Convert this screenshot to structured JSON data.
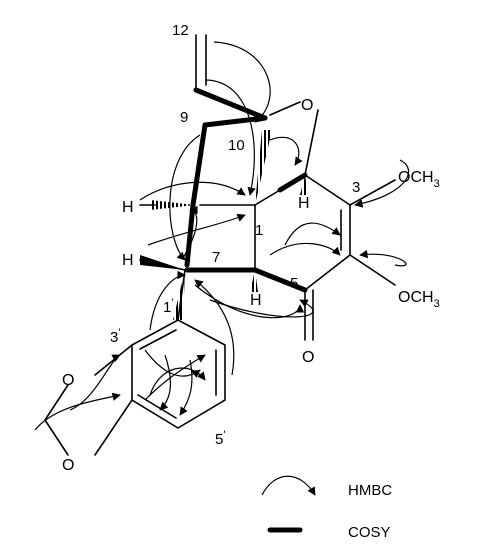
{
  "labels": {
    "c12": "12",
    "c9": "9",
    "c10": "10",
    "o_ring": "O",
    "c3": "3",
    "och3_top": "OCH",
    "och3_top_sub": "3",
    "c1": "1",
    "h_c2": "H",
    "h_left_top": "H",
    "h_left_bottom": "H",
    "c7": "7",
    "c5": "5",
    "h_c6": "H",
    "och3_bottom": "OCH",
    "och3_bottom_sub": "3",
    "c1p": "1",
    "c1p_prime": "'",
    "o_ketone": "O",
    "c3p": "3",
    "c3p_prime": "'",
    "o_dioxole_top": "O",
    "o_dioxole_bottom": "O",
    "c5p": "5",
    "c5p_prime": "'"
  },
  "legend": {
    "hmbc": "HMBC",
    "cosy": "COSY"
  }
}
